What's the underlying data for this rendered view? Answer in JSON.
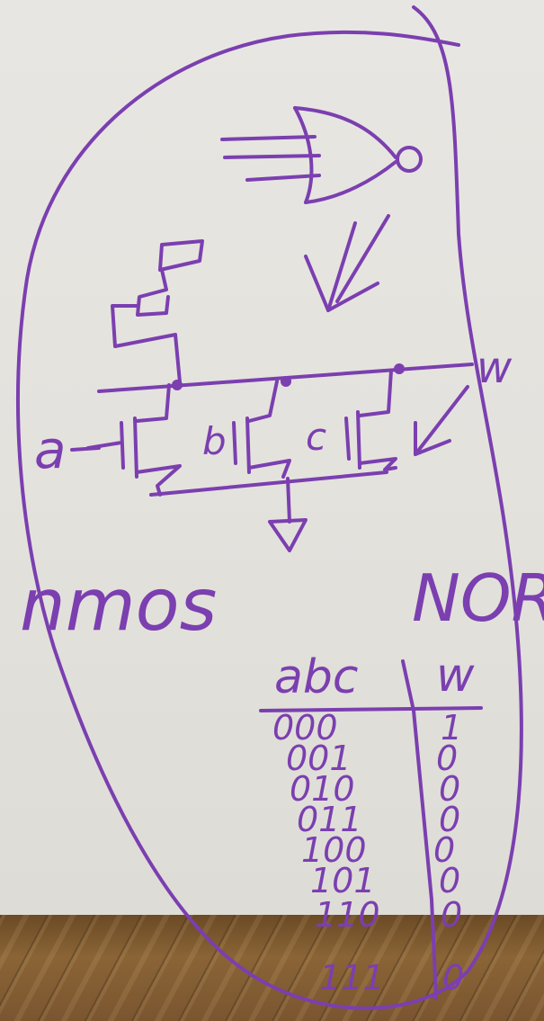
{
  "ink_color": "#7b3fb0",
  "labels": {
    "input_a": "a",
    "input_b": "b",
    "input_c": "c",
    "output_w": "w",
    "technology": "nmos",
    "gate": "NOR"
  },
  "truth_table": {
    "headers": {
      "inputs": "abc",
      "output": "w"
    },
    "rows": [
      {
        "abc": "000",
        "w": "1"
      },
      {
        "abc": "001",
        "w": "0"
      },
      {
        "abc": "010",
        "w": "0"
      },
      {
        "abc": "011",
        "w": "0"
      },
      {
        "abc": "100",
        "w": "0"
      },
      {
        "abc": "101",
        "w": "0"
      },
      {
        "abc": "110",
        "w": "0"
      },
      {
        "abc": "111",
        "w": "0"
      }
    ]
  }
}
